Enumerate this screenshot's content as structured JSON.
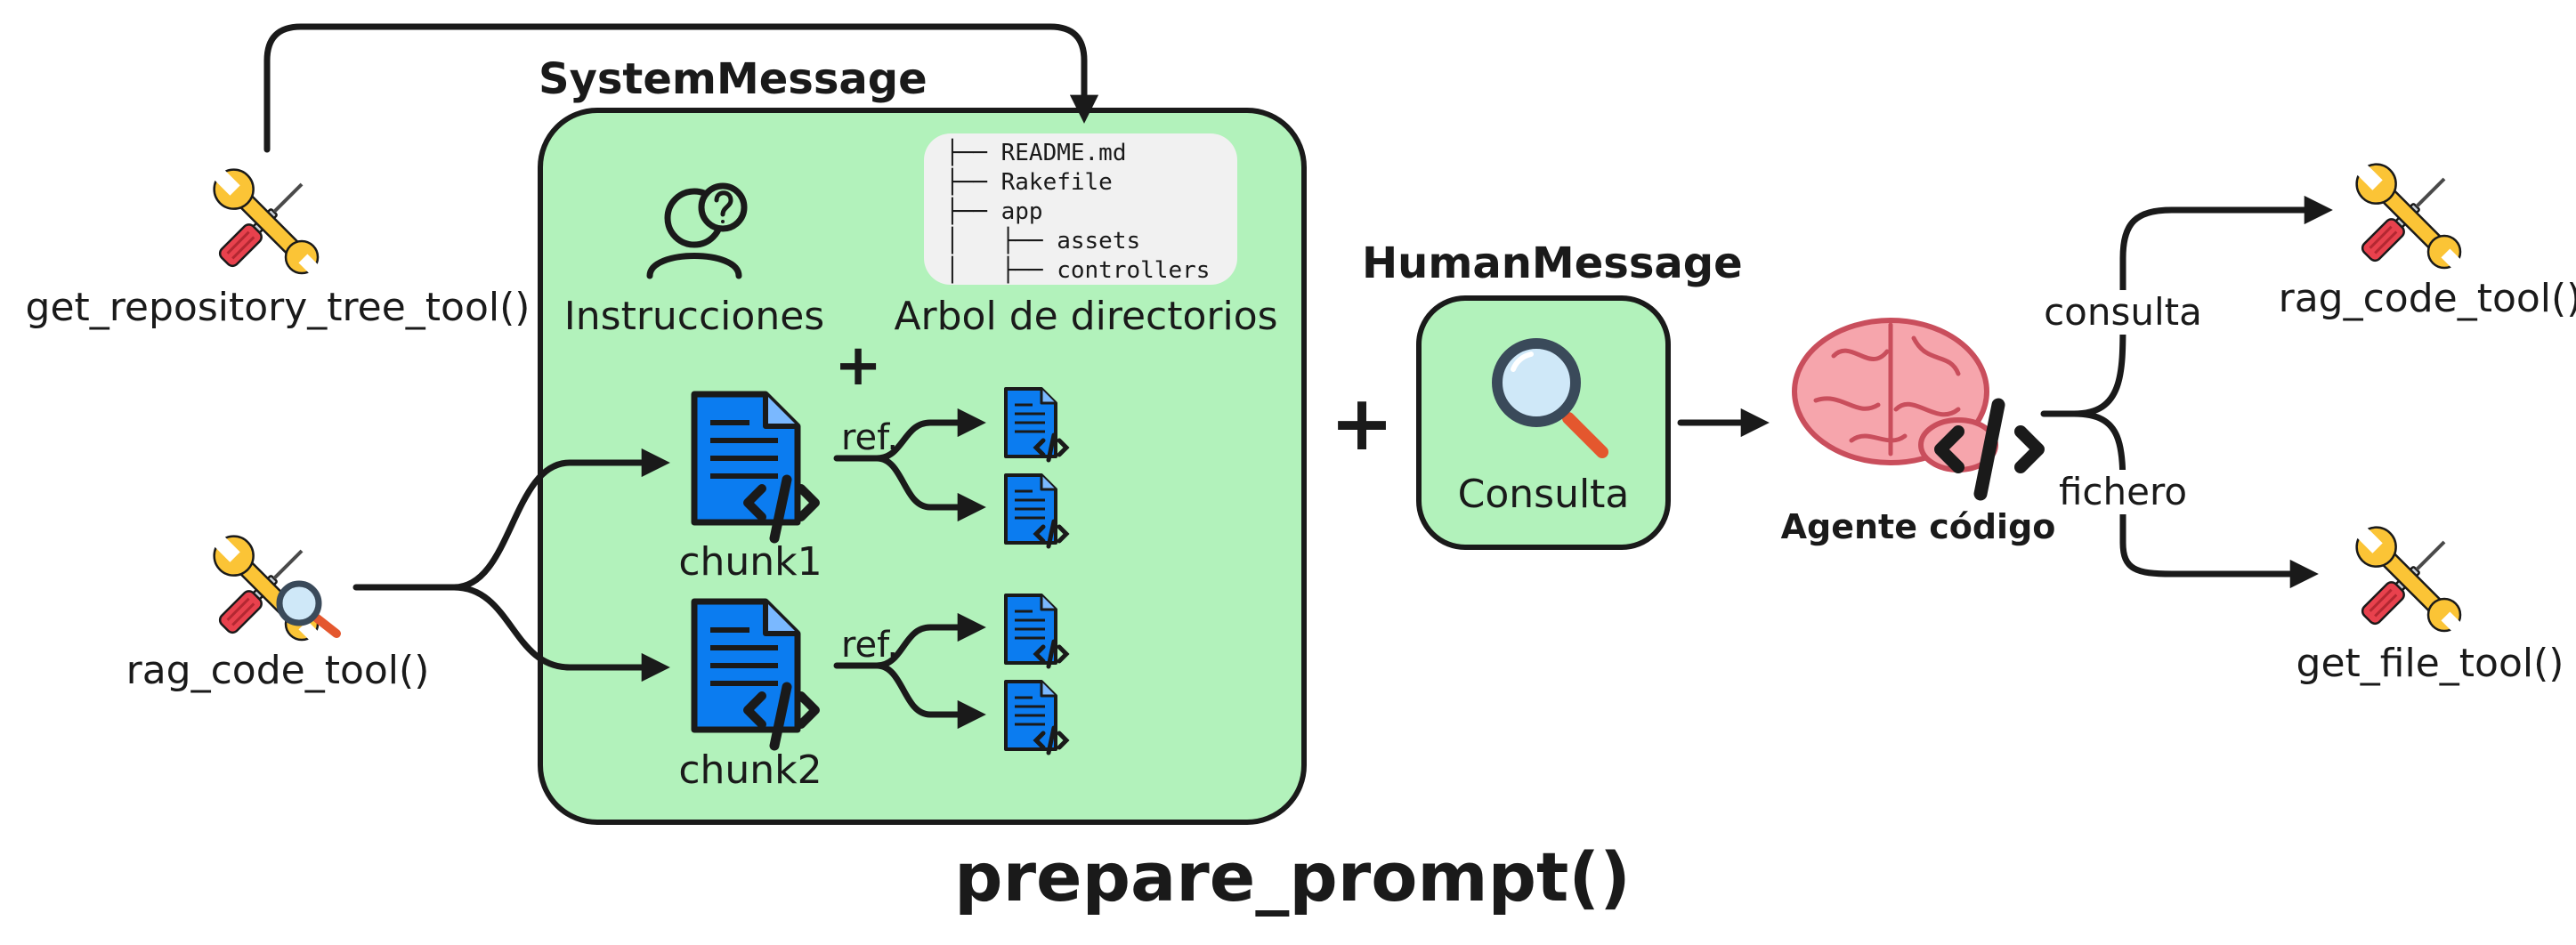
{
  "system_message": {
    "title": "SystemMessage",
    "instructions_label": "Instrucciones",
    "tree_label": "Arbol de directorios",
    "plus": "+",
    "tree_lines": [
      "├── README.md",
      "├── Rakefile",
      "├── app",
      "│   ├── assets",
      "│   ├── controllers"
    ],
    "chunks": [
      {
        "label": "chunk1",
        "ref_label": "ref."
      },
      {
        "label": "chunk2",
        "ref_label": "ref."
      }
    ]
  },
  "between_plus": "+",
  "human_message": {
    "title": "HumanMessage",
    "query_label": "Consulta"
  },
  "agent": {
    "label": "Agente código"
  },
  "tools": {
    "repository_tree": "get_repository_tree_tool()",
    "rag_left": "rag_code_tool()",
    "rag_right": "rag_code_tool()",
    "get_file": "get_file_tool()"
  },
  "branches": {
    "query": "consulta",
    "file": "fichero"
  },
  "function_title": "prepare_prompt()",
  "colors": {
    "panel_green": "#b2f2bb",
    "doc_blue": "#0b7cf0",
    "tree_bg": "#f1f1f1",
    "outline": "#1a1a1a"
  }
}
